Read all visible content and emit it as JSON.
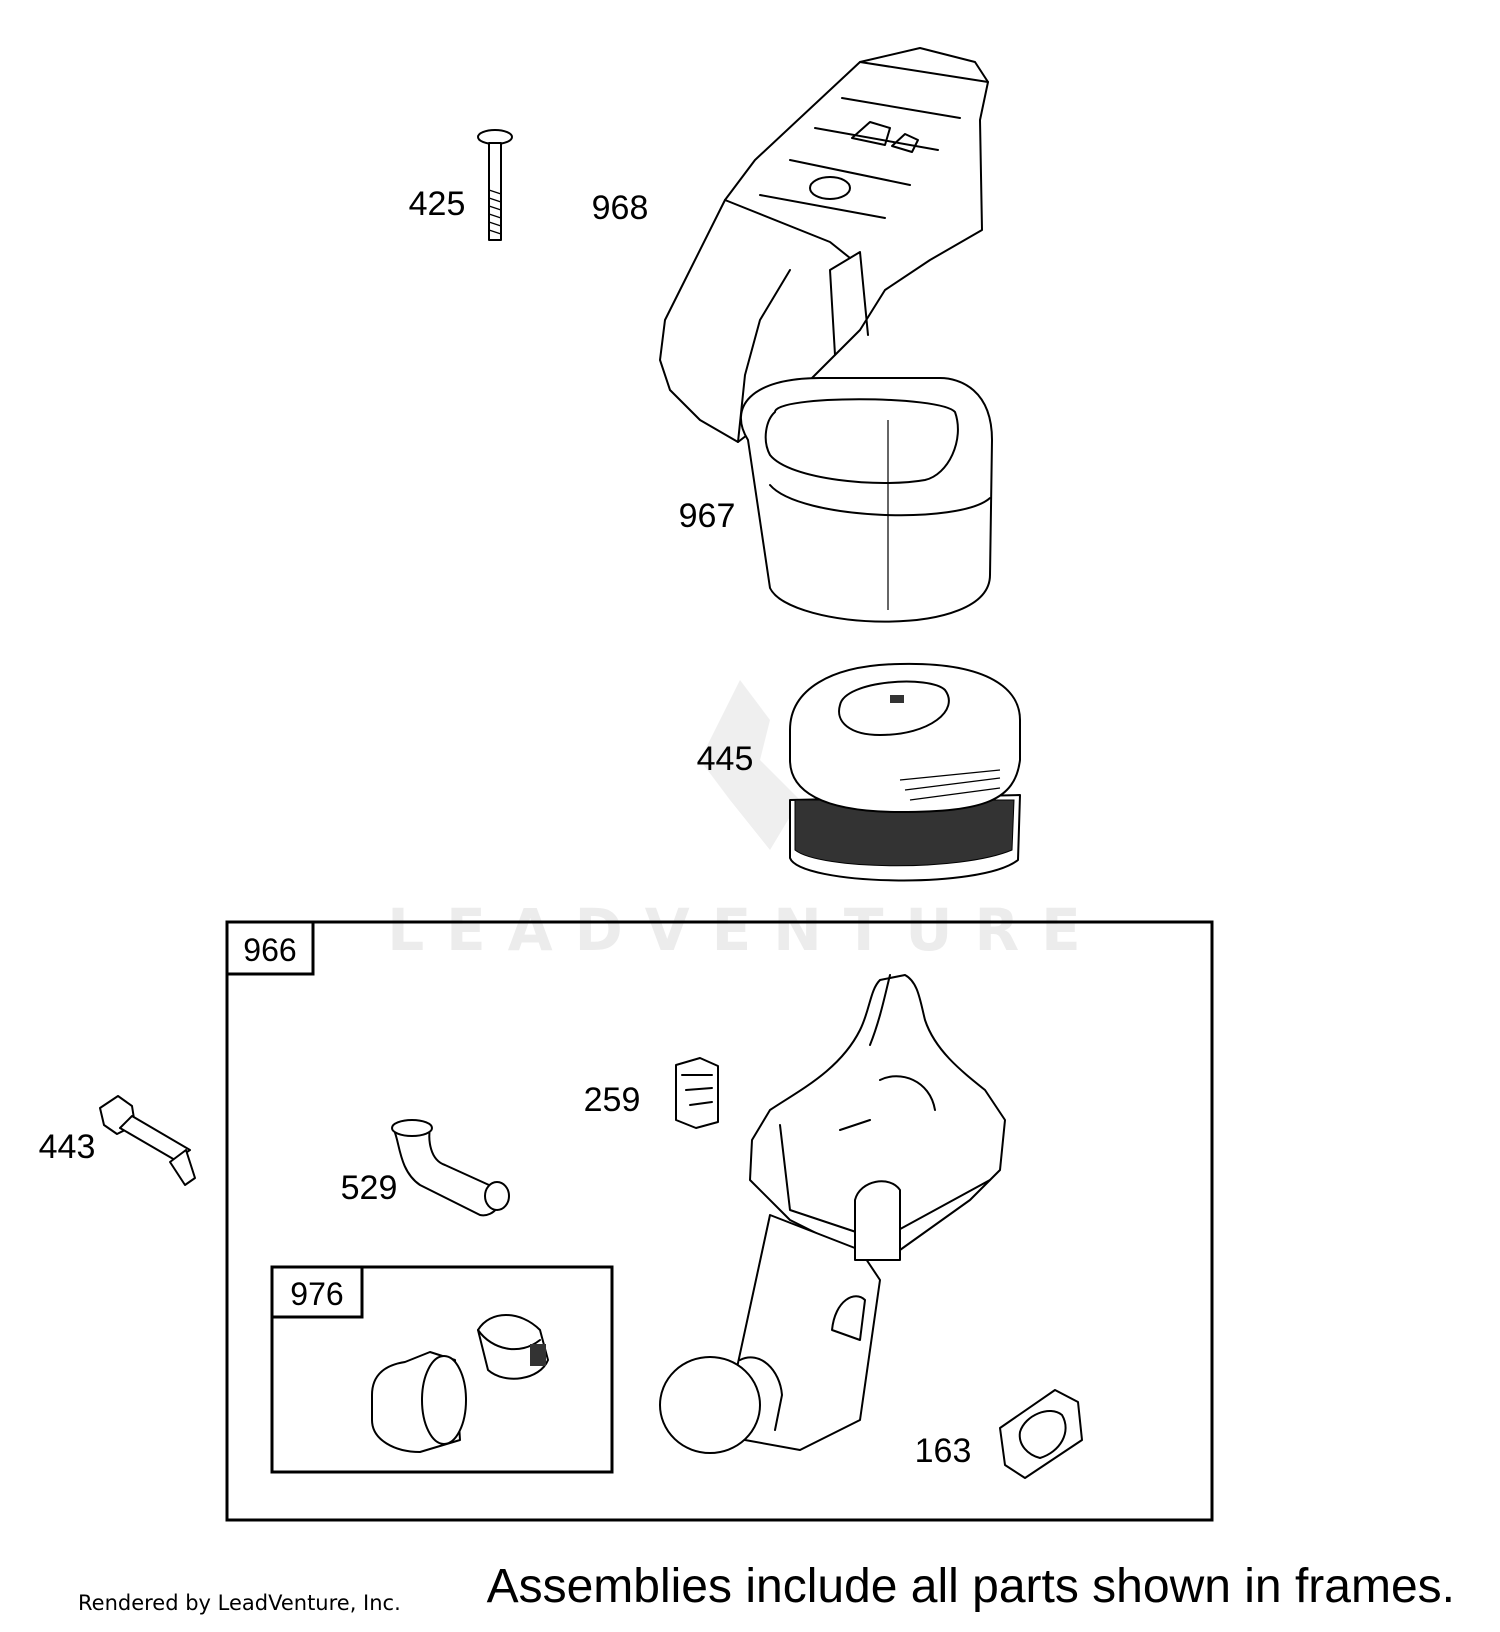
{
  "parts": {
    "p425": "425",
    "p968": "968",
    "p967": "967",
    "p445": "445",
    "p443": "443",
    "p259": "259",
    "p529": "529",
    "p163": "163"
  },
  "frames": {
    "f966": "966",
    "f976": "976"
  },
  "watermark": "LEADVENTURE",
  "footer": {
    "note": "Assemblies include all parts shown in frames.",
    "credit": "Rendered by LeadVenture, Inc."
  }
}
